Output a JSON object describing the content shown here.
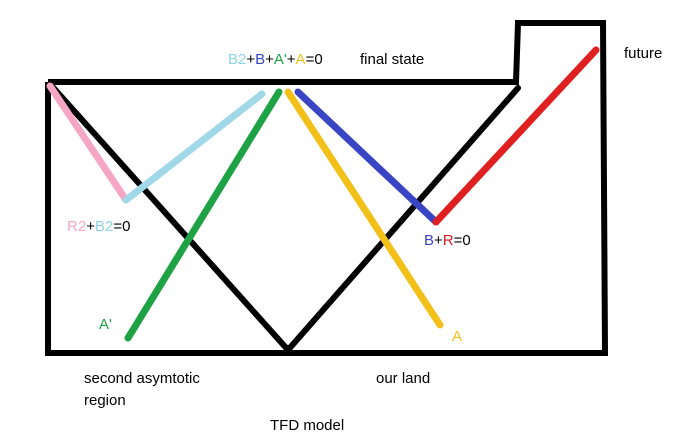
{
  "colors": {
    "outline": "#000000",
    "pink": "#f4a6c3",
    "light_blue": "#a0d8e8",
    "blue": "#3a45c6",
    "green": "#1fa245",
    "yellow": "#f2c019",
    "red": "#e02020"
  },
  "labels": {
    "top_equation": {
      "b2": "B2",
      "plus1": "+",
      "b": "B",
      "plus2": "+",
      "a_prime": "A'",
      "plus3": "+",
      "a": "A",
      "eq": "=0"
    },
    "final_state": "final state",
    "future": "future",
    "left_equation": {
      "r2": "R2",
      "plus": "+",
      "b2": "B2",
      "eq": "=0"
    },
    "right_equation": {
      "b": "B",
      "plus": "+",
      "r": "R",
      "eq": "=0"
    },
    "a_prime": "A'",
    "a": "A",
    "second_region_line1": "second asymtotic",
    "second_region_line2": "region",
    "our_land": "our land",
    "model_title": "TFD model"
  }
}
